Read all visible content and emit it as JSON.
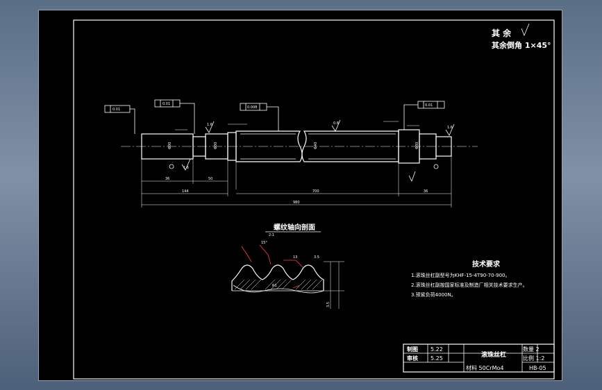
{
  "roughness": {
    "label": "其 余",
    "chamfer_note": "其余倒角 1×45°"
  },
  "section_view": {
    "title": "螺纹轴向剖面",
    "scale": "2:1",
    "angle": "15°",
    "pitch": "13",
    "depth": "3.5",
    "radius": "R1"
  },
  "tech_requirements": {
    "title": "技术要求",
    "items": [
      "1.滚珠丝杠副型号为KHF-15-4T90-70-900。",
      "2.滚珠丝杠副按国家标准及制造厂相关技术要求生产。",
      "3.预紧负荷4000N。"
    ]
  },
  "title_block": {
    "row1_label": "制图",
    "row1_value": "5.22",
    "row2_label": "审核",
    "row2_value": "5.25",
    "part_name": "滚珠丝杠",
    "qty_label": "数量 2",
    "scale_label": "比例 1:2",
    "material": "材料 50CrMo4",
    "drawing_no": "HB-05"
  },
  "dimensions": {
    "overall": "980",
    "d1": "144",
    "d2": "36",
    "d3": "50",
    "d4": "700",
    "d5": "36",
    "thread_dia": "Φ40",
    "journal_dia": "Φ30",
    "tol1": "0.01",
    "tol2": "0.01",
    "tol3": "0.008",
    "tol4": "0.01",
    "rough1": "1.6",
    "rough2": "0.8"
  }
}
